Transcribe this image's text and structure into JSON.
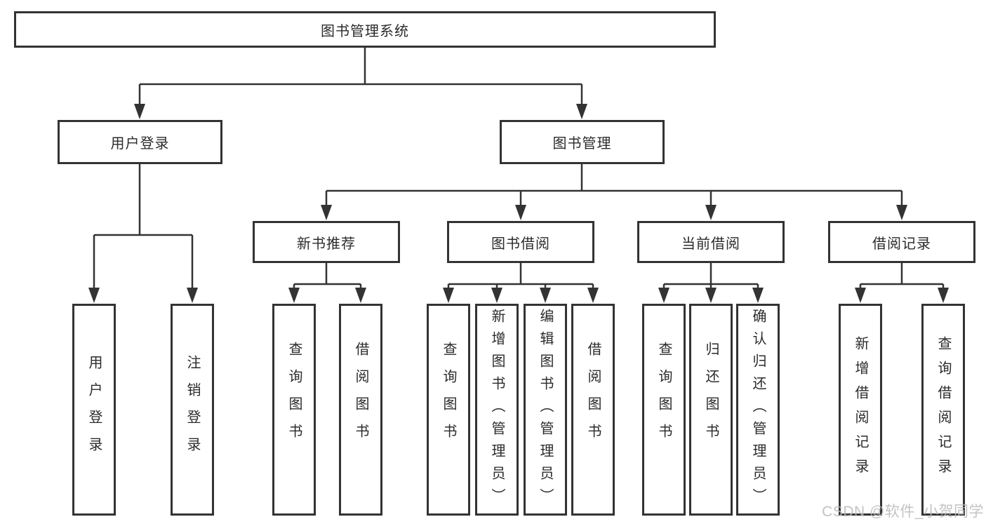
{
  "tree": {
    "root": "图书管理系统",
    "children": [
      {
        "label": "用户登录",
        "children": [
          "用户登录",
          "注销登录"
        ]
      },
      {
        "label": "图书管理",
        "children": [
          {
            "label": "新书推荐",
            "children": [
              "查询图书",
              "借阅图书"
            ]
          },
          {
            "label": "图书借阅",
            "children": [
              "查询图书",
              "新增图书（管理员）",
              "编辑图书（管理员）",
              "借阅图书"
            ]
          },
          {
            "label": "当前借阅",
            "children": [
              "查询图书",
              "归还图书",
              "确认归还（管理员）"
            ]
          },
          {
            "label": "借阅记录",
            "children": [
              "新增借阅记录",
              "查询借阅记录"
            ]
          }
        ]
      }
    ]
  },
  "watermark": "CSDN @软件_小贺同学",
  "colors": {
    "line": "#333333",
    "box_border": "#333333",
    "text": "#2b2b2b",
    "watermark": "#bbbbbb",
    "background": "#ffffff"
  }
}
